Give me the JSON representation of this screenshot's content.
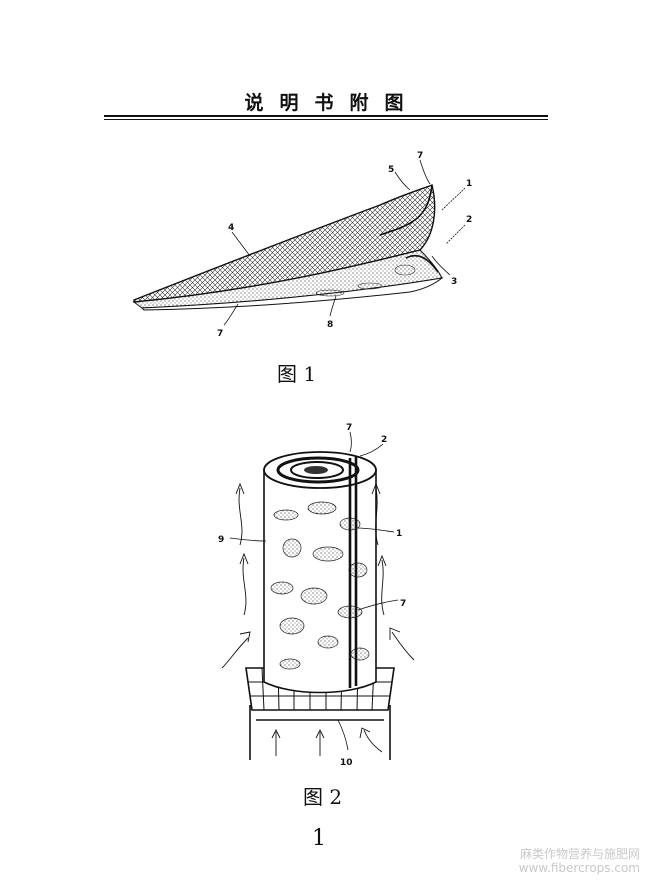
{
  "page": {
    "title": "说明书附图",
    "page_number": "1"
  },
  "figure1": {
    "caption": "图 1",
    "labels": {
      "l1": "1",
      "l2": "2",
      "l3": "3",
      "l4": "4",
      "l5": "5",
      "l7a": "7",
      "l7b": "7",
      "l8": "8"
    }
  },
  "figure2": {
    "caption": "图 2",
    "labels": {
      "l7top": "7",
      "l2": "2",
      "l1": "1",
      "l9": "9",
      "l7side": "7",
      "l10": "10"
    }
  },
  "watermark": {
    "line1": "麻类作物营养与施肥网",
    "line2": "www.fibercrops.com"
  }
}
